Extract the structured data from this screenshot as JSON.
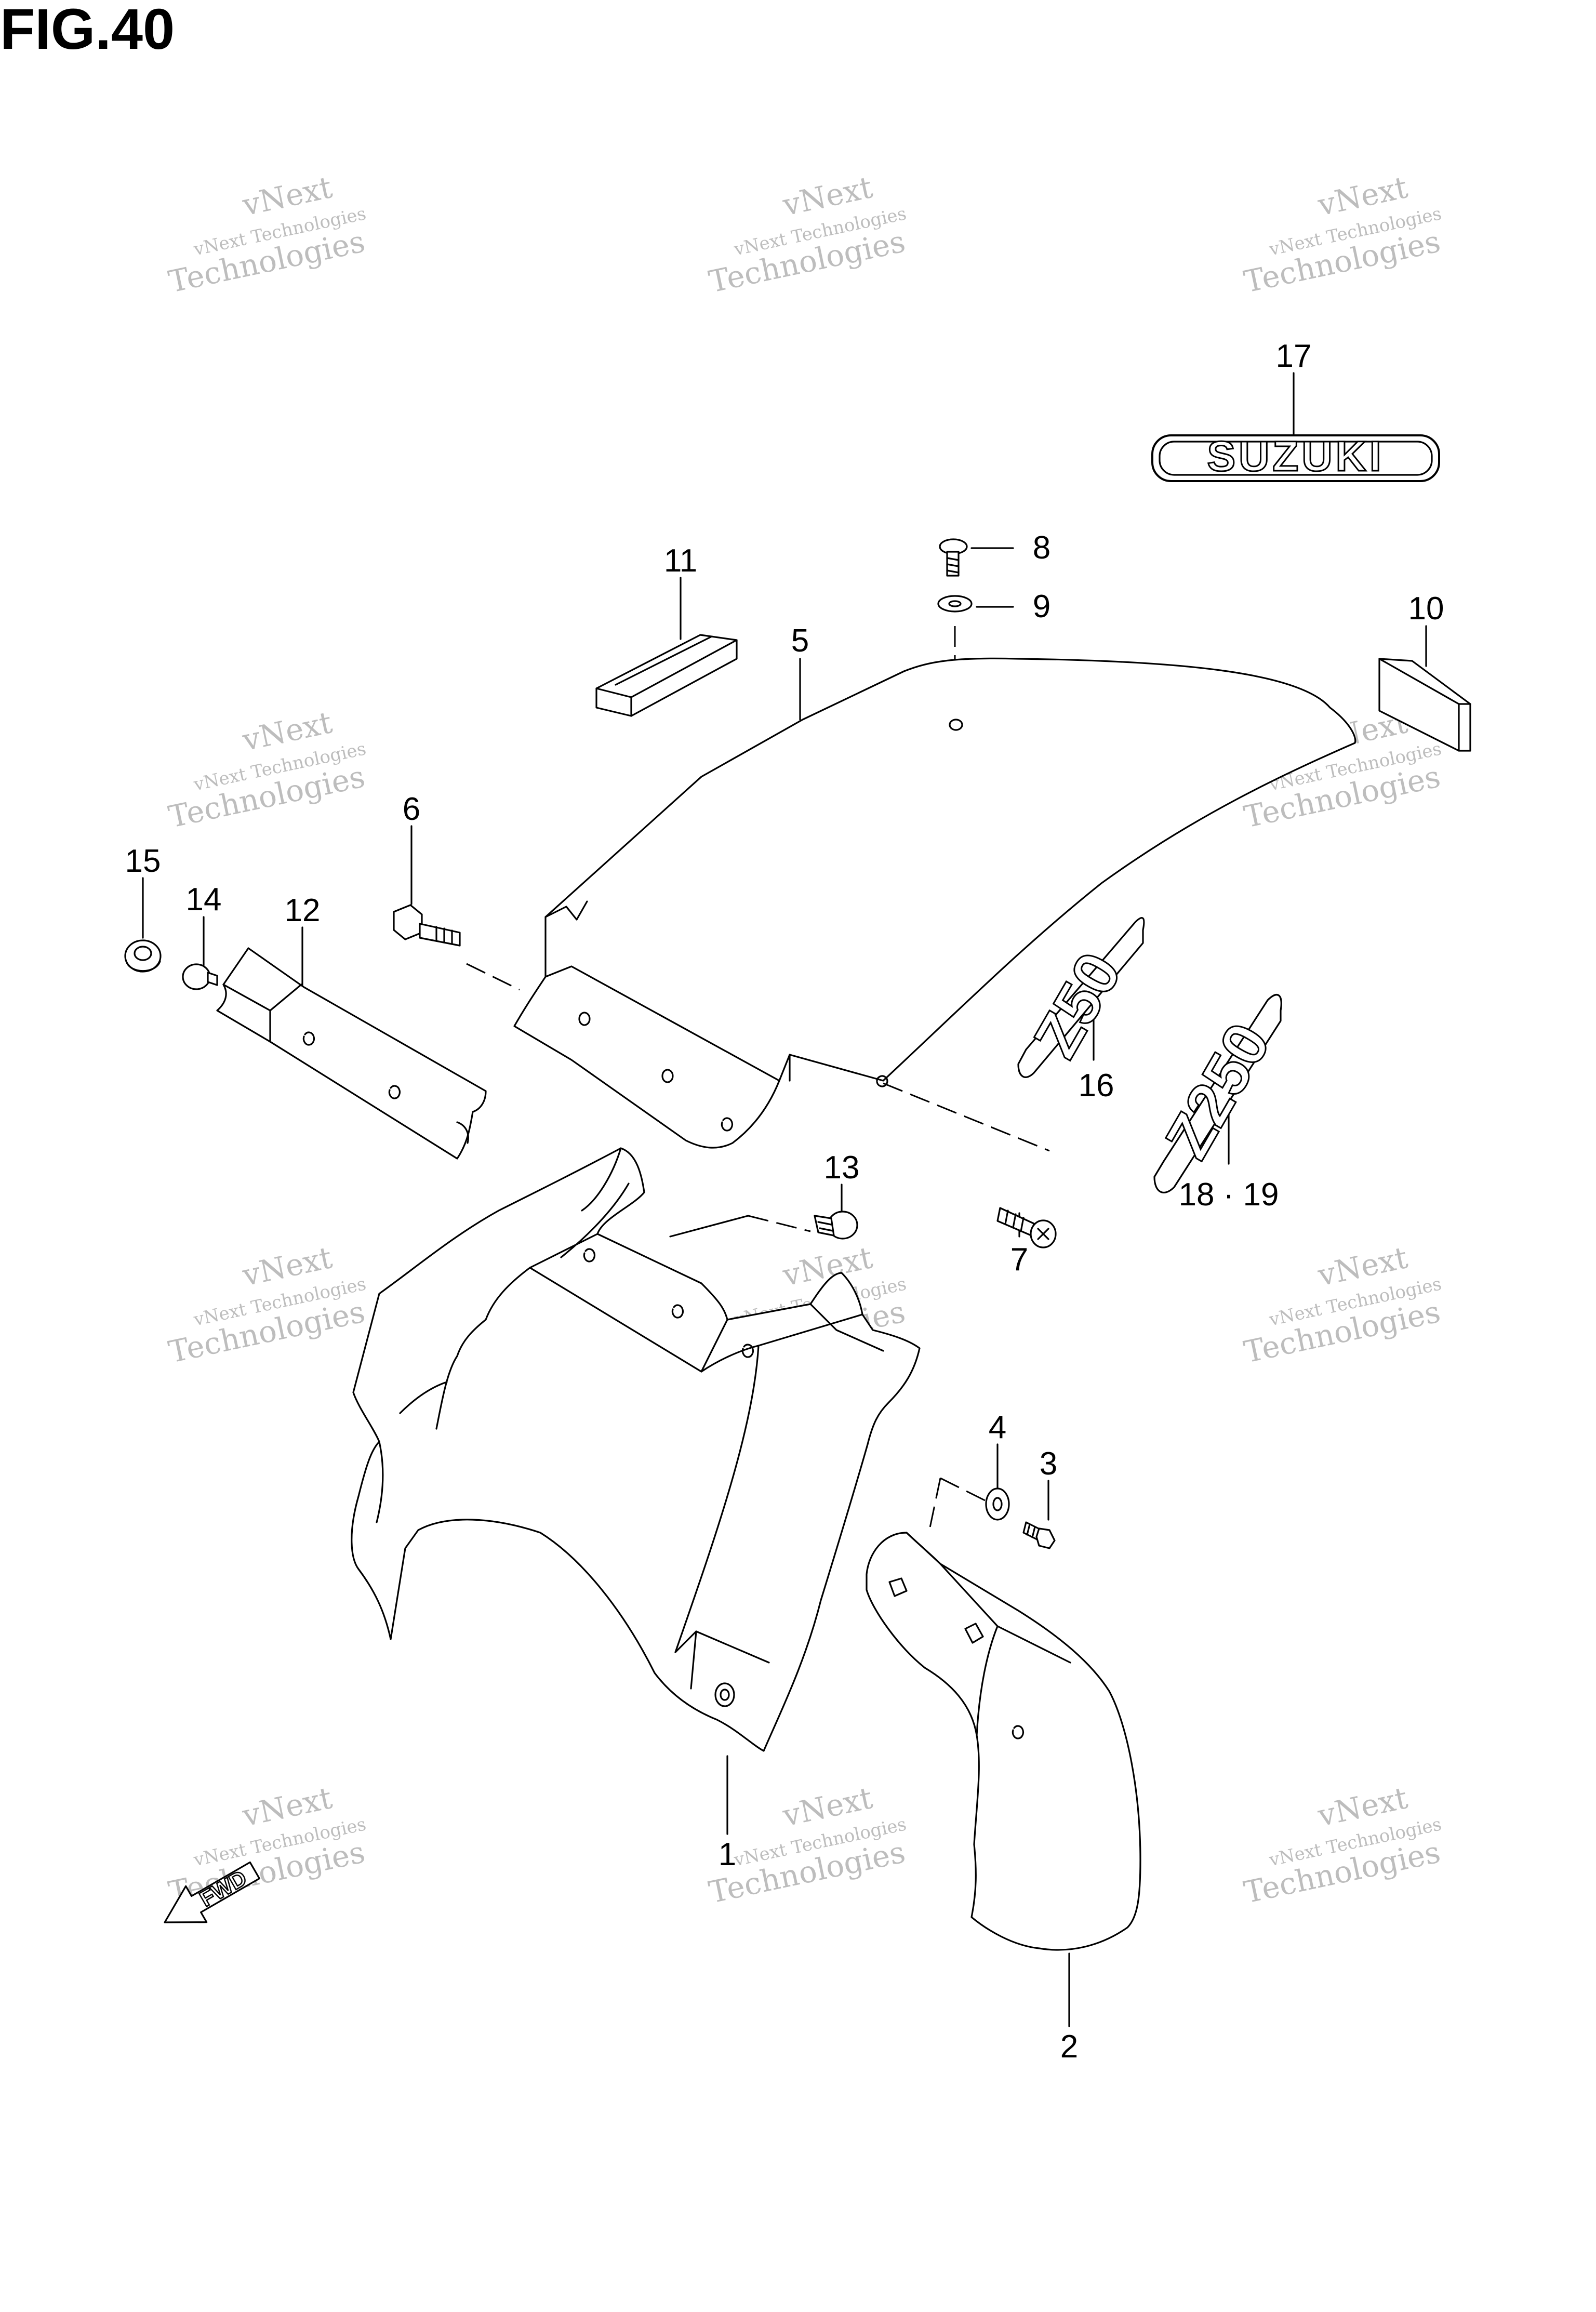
{
  "figure": {
    "title": "FIG.40"
  },
  "watermark": {
    "line_a": "vNext",
    "line_b": "vNext Technologies",
    "line_c": "Technologies"
  },
  "callouts": [
    "1",
    "2",
    "3",
    "4",
    "5",
    "6",
    "7",
    "8",
    "9",
    "10",
    "11",
    "12",
    "13",
    "14",
    "15",
    "16",
    "17",
    "18 · 19"
  ],
  "emblems": {
    "suzuki": "SUZUKI",
    "z50": "Z50",
    "z250": "Z250"
  },
  "direction_arrow": {
    "label": "FWD"
  },
  "colors": {
    "line": "#000000",
    "background": "#ffffff",
    "watermark": "#bdbdbd"
  },
  "icons": {
    "direction_arrow": "fwd-arrow-icon"
  }
}
